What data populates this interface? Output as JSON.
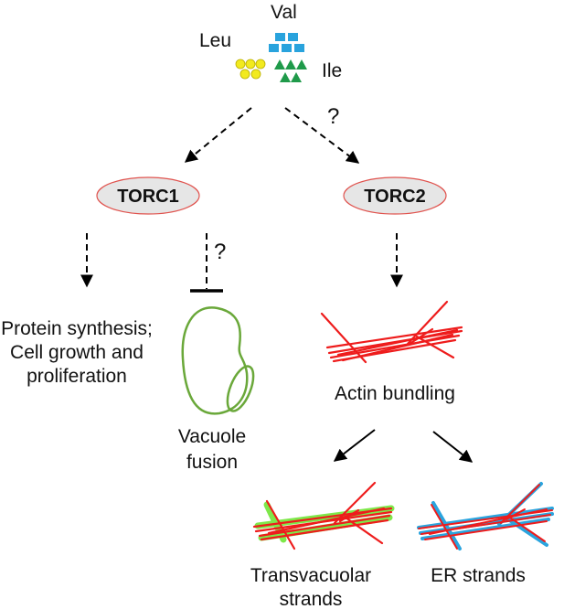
{
  "amino_acids": {
    "val": "Val",
    "leu": "Leu",
    "ile": "Ile"
  },
  "question_marks": {
    "to_torc2": "?",
    "to_vacuole": "?"
  },
  "nodes": {
    "torc1": "TORC1",
    "torc2": "TORC2"
  },
  "outputs": {
    "protein_line1": "Protein synthesis;",
    "protein_line2": "Cell growth and",
    "protein_line3": "proliferation",
    "vacuole_line1": "Vacuole",
    "vacuole_line2": "fusion",
    "actin": "Actin bundling",
    "transvacuolar_line1": "Transvacuolar",
    "transvacuolar_line2": "strands",
    "er": "ER strands"
  },
  "colors": {
    "leu": "#f2ea1f",
    "val": "#29a3dd",
    "ile": "#1f9a4a",
    "node_border": "#e0534e",
    "node_fill": "#e6e6e6",
    "vacuole": "#6aa83a",
    "actin": "#ee1c1c",
    "vacuole_strand": "#7ee84a",
    "er_strand": "#2aa4de"
  }
}
